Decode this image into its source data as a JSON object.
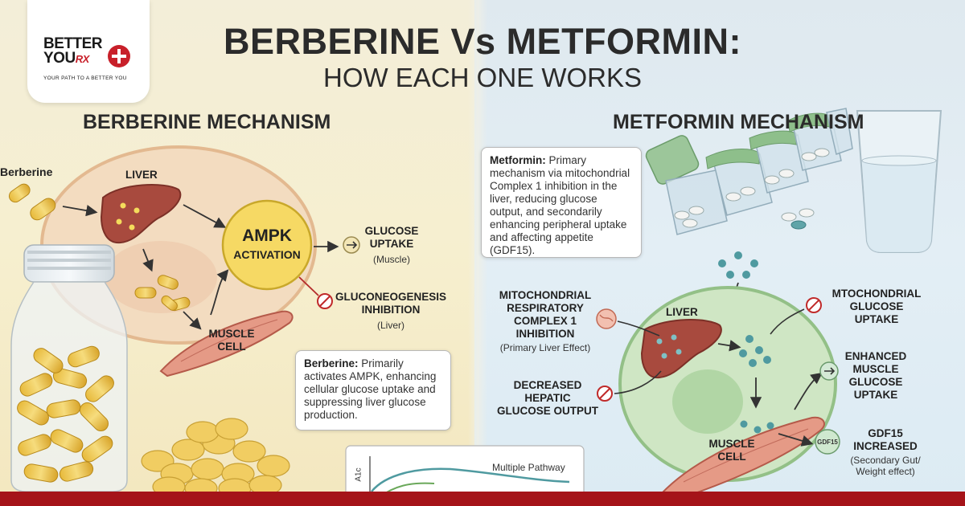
{
  "logo": {
    "line1": "BETTER",
    "line2": "YOU",
    "rx": "RX",
    "tagline": "YOUR PATH TO A BETTER YOU"
  },
  "title": "BERBERINE Vs METFORMIN:",
  "subtitle": "HOW EACH ONE WORKS",
  "berberine": {
    "section_title": "BERBERINE MECHANISM",
    "input_label": "Berberine",
    "liver_label": "LIVER",
    "ampk_line1": "AMPK",
    "ampk_line2": "ACTIVATION",
    "muscle_line1": "MUSCLE",
    "muscle_line2": "CELL",
    "glucose_line1": "GLUCOSE",
    "glucose_line2": "UPTAKE",
    "glucose_sub": "(Muscle)",
    "gluco_line1": "GLUCONEOGENESIS",
    "gluco_line2": "INHIBITION",
    "gluco_sub": "(Liver)",
    "box_bold": "Berberine:",
    "box_text": "Primarily activates AMPK, enhancing cellular glucose uptake and suppressing liver glucose production."
  },
  "metformin": {
    "section_title": "METFORMIN MECHANISM",
    "box_bold": "Metformin:",
    "box_text": "Primary mechanism via mitochondrial Complex 1 inhibition in the liver, reducing glucose output, and secondarily enhancing peripheral uptake and affecting appetite (GDF15).",
    "mito_line1": "MITOCHONDRIAL",
    "mito_line2": "RESPIRATORY",
    "mito_line3": "COMPLEX 1",
    "mito_line4": "INHIBITION",
    "mito_sub": "(Primary Liver Effect)",
    "liver_label": "LIVER",
    "decreased_line1": "DECREASED",
    "decreased_line2": "HEPATIC",
    "decreased_line3": "GLUCOSE OUTPUT",
    "muscle_line1": "MUSCLE",
    "muscle_line2": "CELL",
    "mtochondrial_line1": "MTOCHONDRIAL",
    "mtochondrial_line2": "GLUCOSE",
    "mtochondrial_line3": "UPTAKE",
    "enhanced_line1": "ENHANCED",
    "enhanced_line2": "MUSCLE",
    "enhanced_line3": "GLUCOSE",
    "enhanced_line4": "UPTAKE",
    "gdf_badge": "GDF15",
    "gdf_line1": "GDF15",
    "gdf_line2": "INCREASED",
    "gdf_sub1": "(Secondary Gut/",
    "gdf_sub2": "Weight effect)"
  },
  "graph": {
    "series_label": "Multiple Pathway",
    "axis_label": "A1c"
  },
  "colors": {
    "bottom_bar": "#a51419",
    "ampk": "#f6d964",
    "liver": "#a84a3e",
    "muscle": "#e59a86",
    "teal_dot": "#4f9aa0"
  }
}
